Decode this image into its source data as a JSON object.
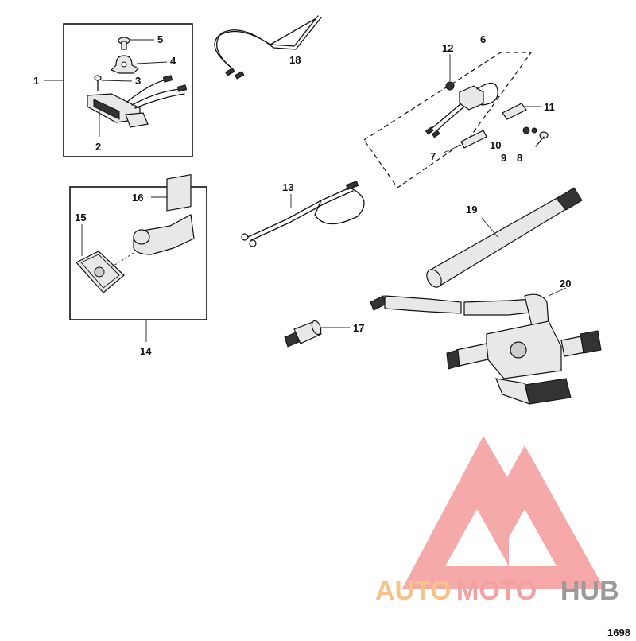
{
  "callouts": [
    "1",
    "2",
    "3",
    "4",
    "5",
    "6",
    "7",
    "8",
    "9",
    "10",
    "11",
    "12",
    "13",
    "14",
    "15",
    "16",
    "17",
    "18",
    "19",
    "20"
  ],
  "figure_number": "1698",
  "watermark": {
    "part1": "AUTO",
    "part2": "MOTO",
    "part3": "HUB",
    "color1": "#f7c28a",
    "color2": "#f3a0a0",
    "color3": "#9a9a9a",
    "logo_color": "#f59a9a"
  }
}
